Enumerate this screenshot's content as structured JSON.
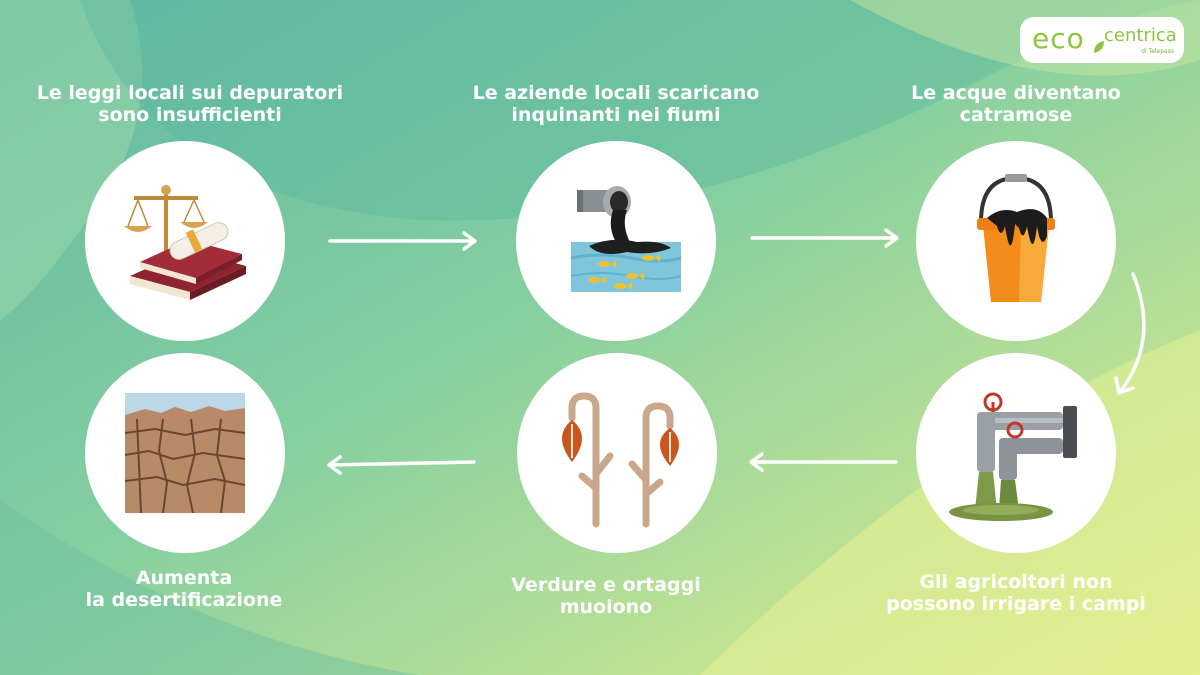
{
  "brand": {
    "logo_eco": "eco",
    "logo_centrica": "centrica",
    "logo_byline": "di Telepass"
  },
  "colors": {
    "bg_teal": "#6fc0a4",
    "bg_lime": "#e6ef8c",
    "text": "#ffffff",
    "accent_green": "#8cc63f"
  },
  "steps": [
    {
      "label": "Le leggi locali sui depuratori\nsono insufficienti",
      "icon": "scales-law-books-icon"
    },
    {
      "label": "Le aziende locali scaricano\ninquinanti nei fiumi",
      "icon": "pipe-pollution-river-icon"
    },
    {
      "label": "Le acque diventano\ncatramose",
      "icon": "tar-bucket-icon"
    },
    {
      "label": "Gli agricoltori non\npossono irrigare i campi",
      "icon": "polluted-irrigation-pipes-icon"
    },
    {
      "label": "Verdure e ortaggi\nmuoiono",
      "icon": "wilted-plants-icon"
    },
    {
      "label": "Aumenta\nla desertificazione",
      "icon": "cracked-desert-icon"
    }
  ]
}
